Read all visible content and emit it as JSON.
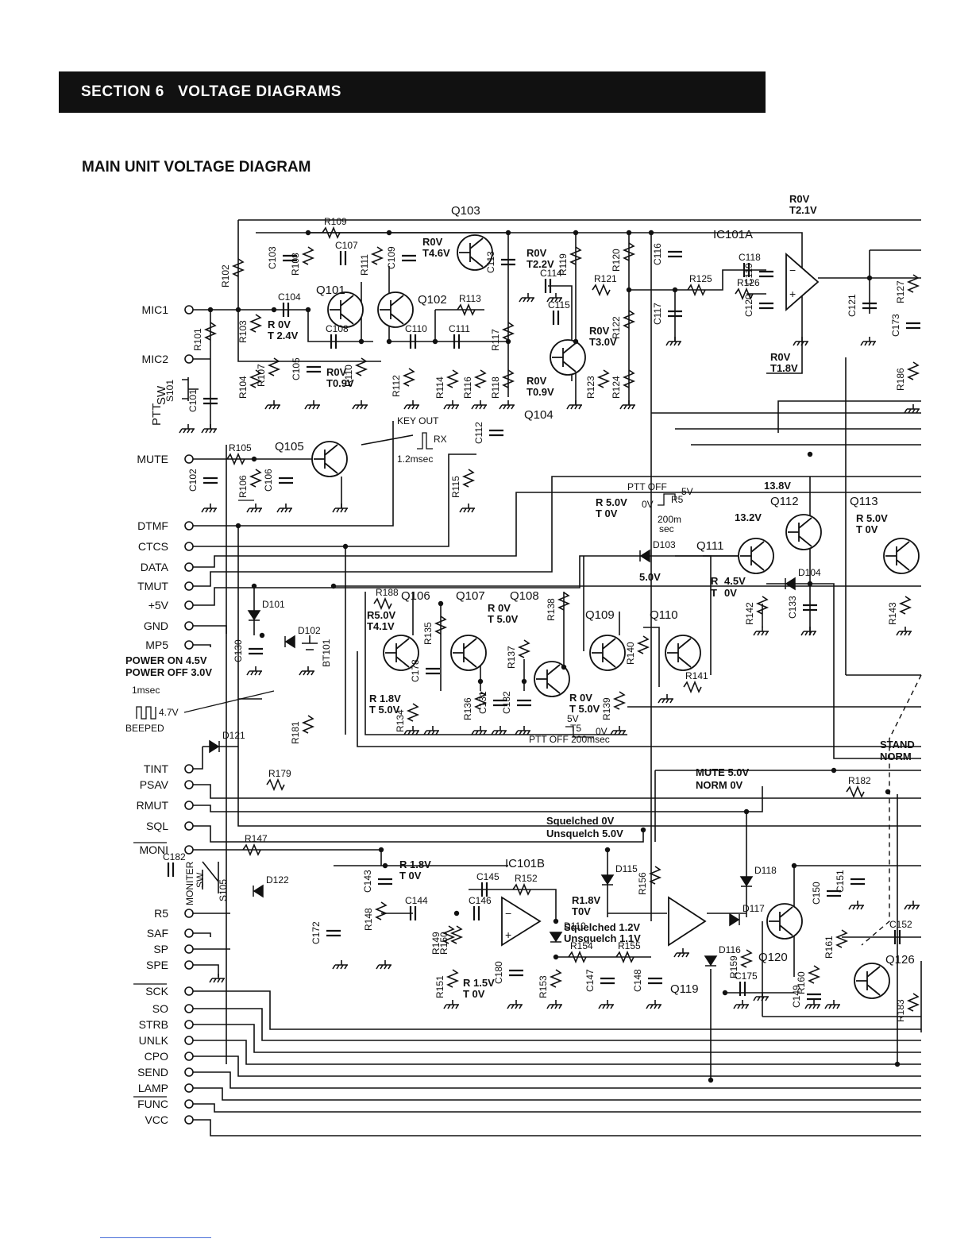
{
  "header": {
    "section_title": "SECTION 6   VOLTAGE DIAGRAMS"
  },
  "page_subtitle": "MAIN UNIT VOLTAGE DIAGRAM",
  "connector_pins": [
    "MIC1",
    "MIC2",
    "MUTE",
    "DTMF",
    "CTCS",
    "DATA",
    "TMUT",
    "+5V",
    "GND",
    "MP5",
    "TINT",
    "PSAV",
    "RMUT",
    "SQL",
    "MONI",
    "R5",
    "SAF",
    "SP",
    "SPE",
    "SCK",
    "SO",
    "STRB",
    "UNLK",
    "CPO",
    "SEND",
    "LAMP",
    "FUNC",
    "VCC"
  ],
  "switches": {
    "ptt_top": "PTT",
    "ptt_bottom": "SW",
    "ptt_ref": "S101",
    "monitor_top": "MONITER",
    "monitor_bottom": "SW",
    "monitor_ref": "S105"
  },
  "transistors": [
    "Q101",
    "Q102",
    "Q103",
    "Q104",
    "Q105",
    "Q106",
    "Q107",
    "Q108",
    "Q109",
    "Q110",
    "Q111",
    "Q112",
    "Q113",
    "Q119",
    "Q120",
    "Q126"
  ],
  "ics": {
    "ic101a": "IC101A",
    "ic101b": "IC101B"
  },
  "voltages": {
    "q101_base": [
      "R 0V",
      "T 2.4V"
    ],
    "q101_collector": [
      "R0V",
      "T0.9V"
    ],
    "q102": [
      "R0V",
      "T4.6V"
    ],
    "q103": [
      "R0V",
      "T2.2V"
    ],
    "q104_collector": [
      "R0V",
      "T3.0V"
    ],
    "q104_emitter": [
      "R0V",
      "T0.9V"
    ],
    "ic101a_top": [
      "R0V",
      "T2.1V"
    ],
    "ic101a_bottom": [
      "R0V",
      "T1.8V"
    ],
    "q106_base": [
      "R5.0V",
      "T4.1V"
    ],
    "q106_emitter": [
      "R 1.8V",
      "T 5.0V"
    ],
    "q107": [
      "R 0V",
      "T 5.0V"
    ],
    "q108": [
      "R 0V",
      "T 5.0V"
    ],
    "q109_supply": "5.0V",
    "r5_line": [
      "R 5.0V",
      "T 0V"
    ],
    "q111_base": [
      "R",
      "4.5V",
      "T",
      "0V"
    ],
    "q112_a": "13.8V",
    "q112_b": "13.2V",
    "q113": [
      "R 5.0V",
      "T 0V"
    ],
    "ic101b_in": [
      "R 1.8V",
      "T 0V"
    ],
    "ic101b_out": [
      "R1.8V",
      "T0V"
    ],
    "ic101b_ref": [
      "R 1.5V",
      "T 0V"
    ],
    "power": [
      "POWER ON 4.5V",
      "POWER OFF 3.0V"
    ],
    "squelch_ctrl": [
      "Squelched 0V",
      "Unsquelch  5.0V"
    ],
    "squelch_out": [
      "Squelched  1.2V",
      "Unsquelch  1.1V"
    ],
    "mute_norm": [
      "MUTE 5.0V",
      "NORM 0V"
    ],
    "stand_norm": [
      "STAND",
      "NORM"
    ]
  },
  "waveforms": {
    "key_out": "KEY OUT",
    "rx": "RX",
    "key_time": "1.2msec",
    "ptt_off": "PTT OFF",
    "ptt_5v": "5V",
    "ptt_0v": "0V",
    "ptt_r5": "R5",
    "ptt_200": "200m",
    "ptt_sec": "sec",
    "beep_time": "1msec",
    "beep_level": "4.7V",
    "beeped": "BEEPED",
    "ptt2_5v": "5V",
    "ptt2_t5": "T5",
    "ptt2_0v": "0V",
    "ptt2_caption": "PTT OFF   200msec"
  },
  "components": {
    "resistors": [
      "R101",
      "R102",
      "R103",
      "R104",
      "R105",
      "R106",
      "R107",
      "R108",
      "R109",
      "R110",
      "R111",
      "R112",
      "R113",
      "R114",
      "R115",
      "R116",
      "R117",
      "R118",
      "R119",
      "R120",
      "R121",
      "R122",
      "R123",
      "R124",
      "R125",
      "R126",
      "R127",
      "R134",
      "R135",
      "R136",
      "R137",
      "R138",
      "R139",
      "R140",
      "R141",
      "R142",
      "R143",
      "R147",
      "R148",
      "R149",
      "R150",
      "R151",
      "R152",
      "R153",
      "R154",
      "R155",
      "R156",
      "R159",
      "R160",
      "R161",
      "R179",
      "R181",
      "R182",
      "R183",
      "R186",
      "R188"
    ],
    "capacitors": [
      "C101",
      "C102",
      "C103",
      "C104",
      "C105",
      "C106",
      "C107",
      "C108",
      "C109",
      "C110",
      "C111",
      "C112",
      "C113",
      "C114",
      "C115",
      "C116",
      "C117",
      "C118",
      "C119",
      "C120",
      "C121",
      "C130",
      "C131",
      "C132",
      "C133",
      "C143",
      "C144",
      "C145",
      "C146",
      "C147",
      "C148",
      "C149",
      "C150",
      "C151",
      "C152",
      "C172",
      "C173",
      "C175",
      "C178",
      "C180",
      "C182"
    ],
    "diodes": [
      "D101",
      "D102",
      "D103",
      "D104",
      "D110",
      "D115",
      "D116",
      "D117",
      "D118",
      "D121",
      "D122"
    ],
    "battery": "BT101"
  }
}
